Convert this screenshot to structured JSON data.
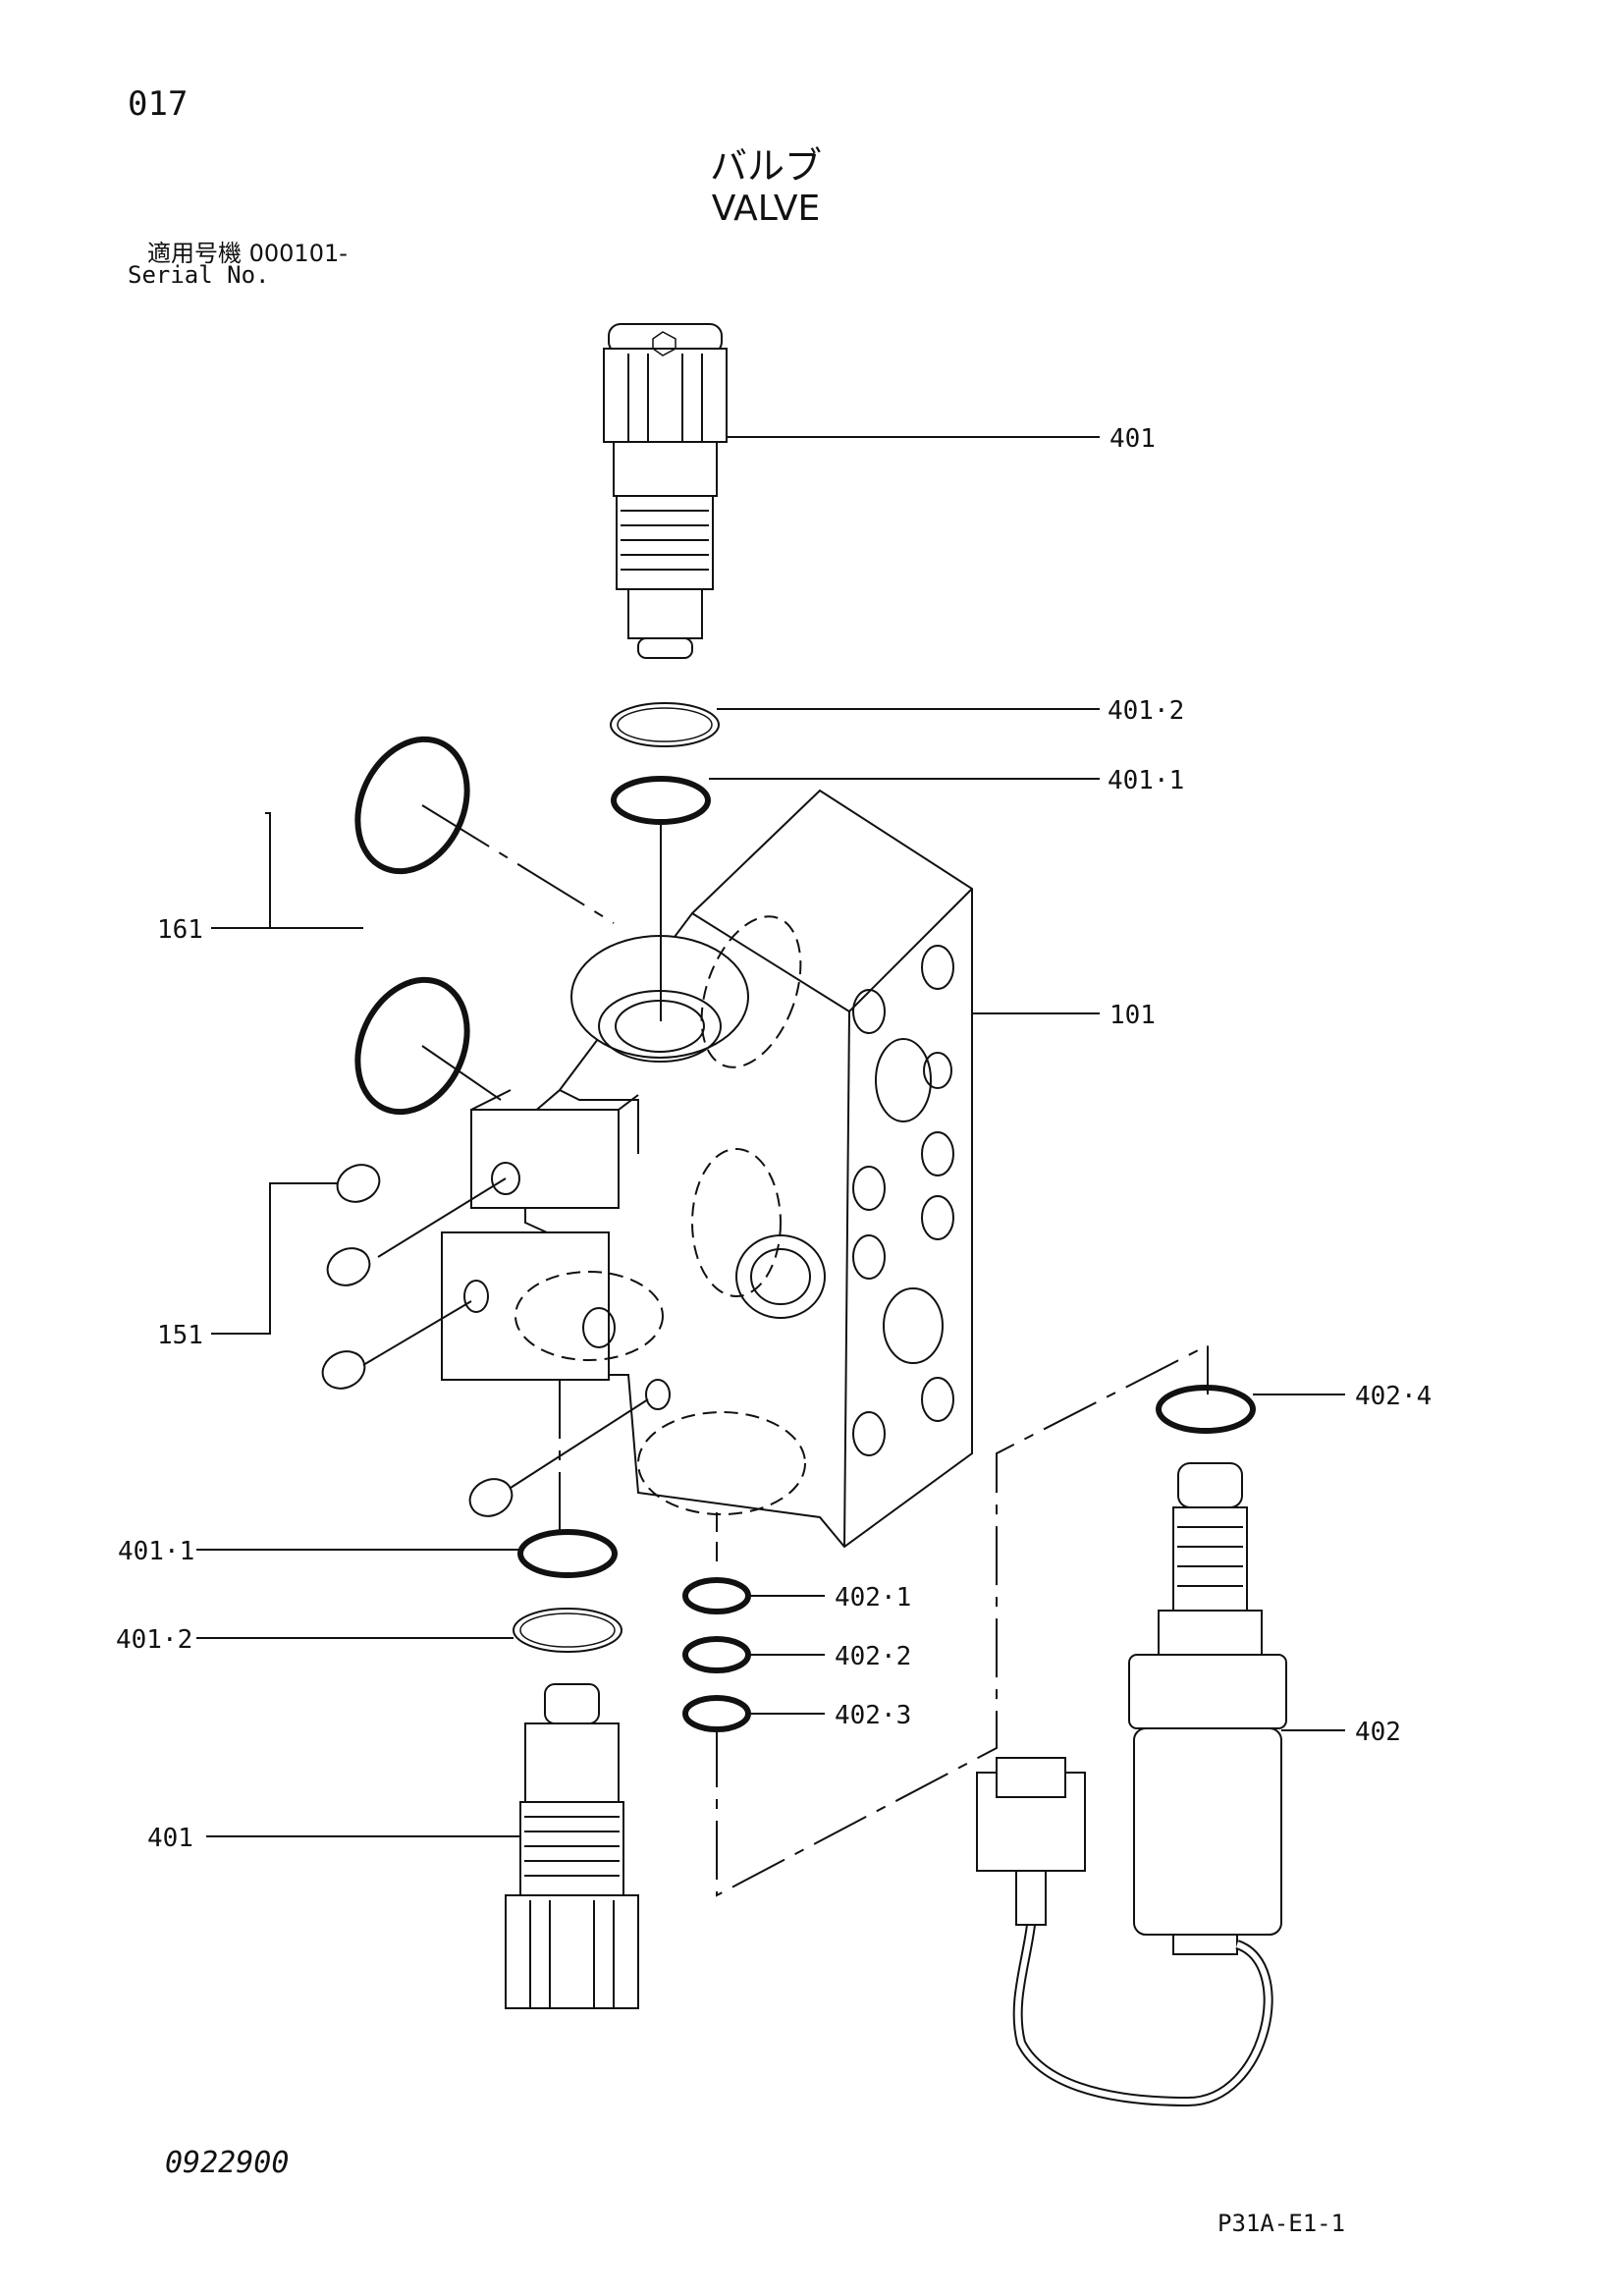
{
  "header": {
    "page_number": "017",
    "title_jp": "バルブ",
    "title_en": "VALVE",
    "serial_label_jp": "適用号機  000101-",
    "serial_label_en": "Serial No."
  },
  "callouts": [
    {
      "id": "c401a",
      "label": "401"
    },
    {
      "id": "c4012a",
      "label": "401·2"
    },
    {
      "id": "c4011a",
      "label": "401·1"
    },
    {
      "id": "c161",
      "label": "161"
    },
    {
      "id": "c101",
      "label": "101"
    },
    {
      "id": "c151",
      "label": "151"
    },
    {
      "id": "c4024",
      "label": "402·4"
    },
    {
      "id": "c4011b",
      "label": "401·1"
    },
    {
      "id": "c4021",
      "label": "402·1"
    },
    {
      "id": "c4012b",
      "label": "401·2"
    },
    {
      "id": "c4022",
      "label": "402·2"
    },
    {
      "id": "c4023",
      "label": "402·3"
    },
    {
      "id": "c402",
      "label": "402"
    },
    {
      "id": "c401b",
      "label": "401"
    }
  ],
  "footer": {
    "drawing_number": "0922900",
    "sheet_code": "P31A-E1-1"
  }
}
